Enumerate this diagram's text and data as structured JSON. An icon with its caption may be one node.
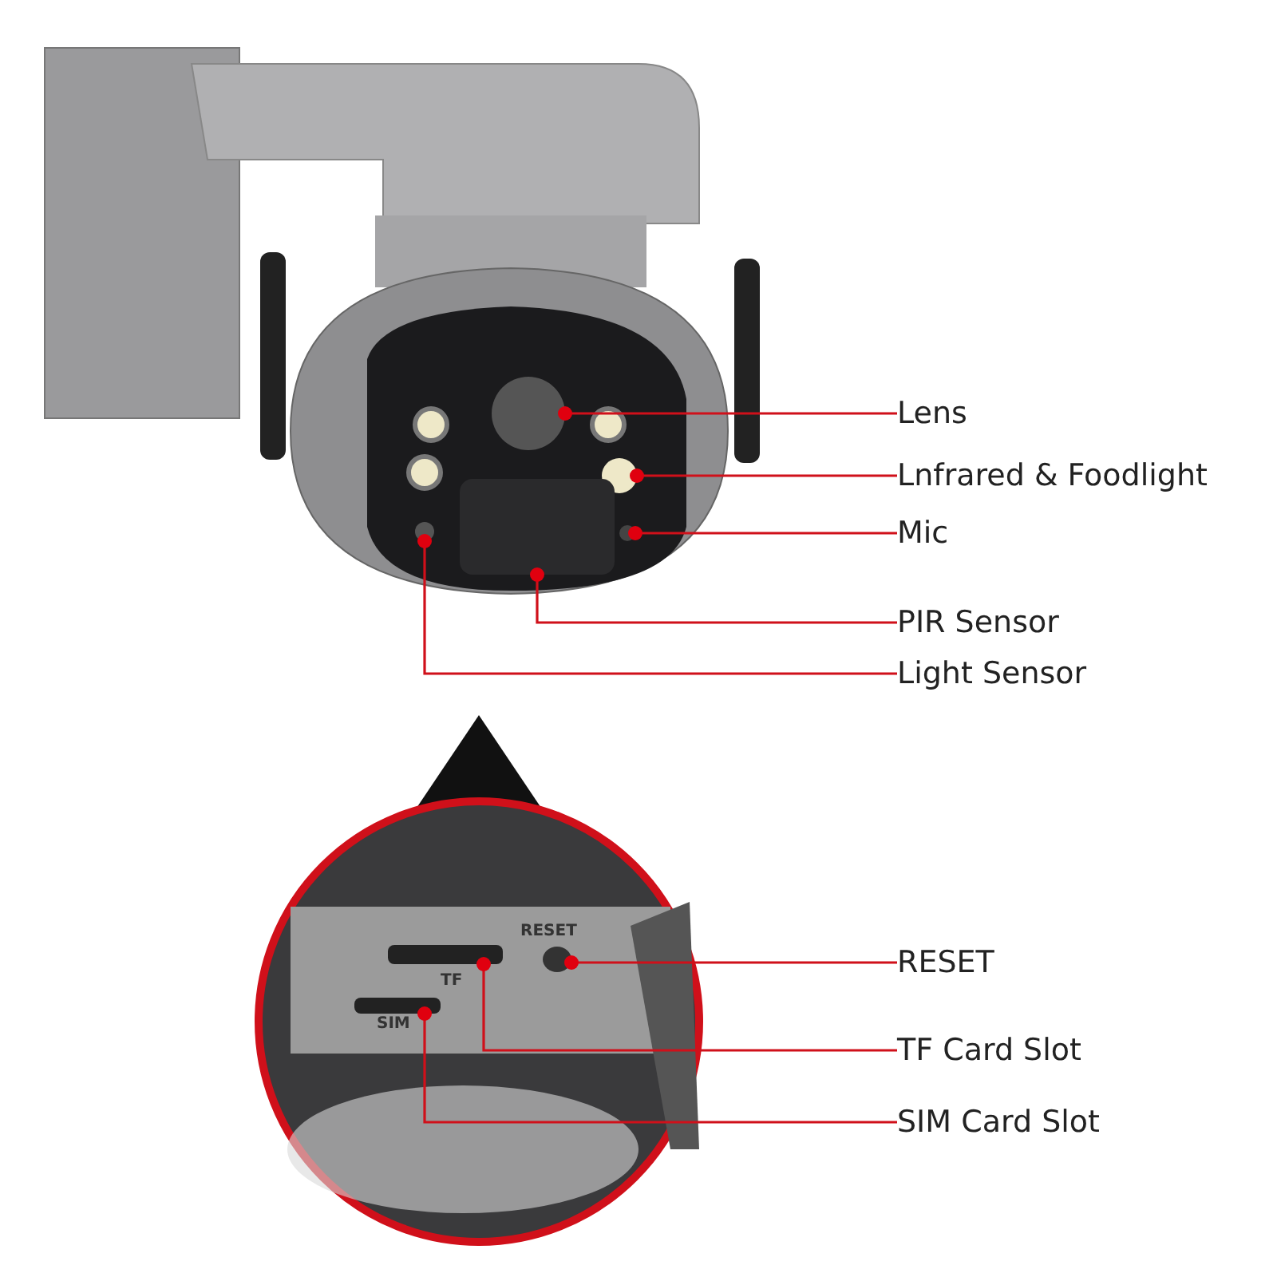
{
  "diagram": {
    "nodes": [
      {
        "text": [
          "Lens"
        ]
      },
      {
        "text": [
          "Lnfrared & Foodlight"
        ]
      },
      {
        "text": [
          "Mic"
        ]
      },
      {
        "text": [
          "PIR Sensor"
        ]
      },
      {
        "text": [
          "Light Sensor"
        ]
      },
      {
        "text": [
          "RESET"
        ]
      },
      {
        "text": [
          "TF Card Slot"
        ]
      },
      {
        "text": [
          "SIM Card Slot"
        ]
      },
      {
        "text": [],
        "shape": "circle"
      },
      {
        "text": [],
        "shape": "circle"
      },
      {
        "text": [],
        "shape": "circle"
      },
      {
        "text": [],
        "shape": "box"
      },
      {
        "text": [],
        "shape": "circle"
      },
      {
        "text": [],
        "shape": "circle"
      },
      {
        "text": [],
        "shape": "bar"
      },
      {
        "text": [],
        "shape": "bar"
      }
    ],
    "edges": [
      {
        "from": 0,
        "to": 8,
        "arrow": "other"
      },
      {
        "from": 1,
        "to": 9,
        "arrow": "other"
      },
      {
        "from": 2,
        "to": 10,
        "arrow": "other"
      },
      {
        "from": 3,
        "to": 11,
        "arrow": "other"
      },
      {
        "from": 4,
        "to": 12,
        "arrow": "other"
      },
      {
        "from": 5,
        "to": 13,
        "arrow": "other"
      },
      {
        "from": 6,
        "to": 14,
        "arrow": "other"
      },
      {
        "from": 7,
        "to": 15,
        "arrow": "other"
      }
    ],
    "labels": [
      "RESET",
      "TF",
      "SIM"
    ]
  }
}
